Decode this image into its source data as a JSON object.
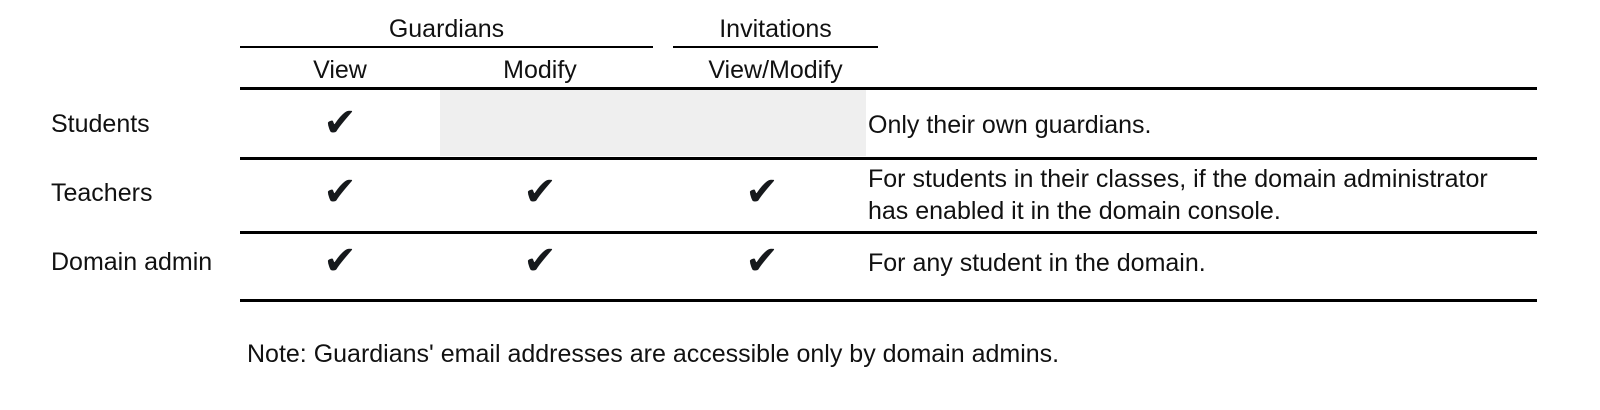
{
  "table": {
    "column_groups": [
      {
        "label": "Guardians",
        "span": 2
      },
      {
        "label": "Invitations",
        "span": 1
      }
    ],
    "columns": [
      {
        "label": "",
        "group": ""
      },
      {
        "label": "View",
        "group": "Guardians"
      },
      {
        "label": "Modify",
        "group": "Guardians"
      },
      {
        "label": "View/Modify",
        "group": "Invitations"
      },
      {
        "label": "",
        "group": ""
      }
    ],
    "check_glyph": "✔",
    "rows": [
      {
        "label": "Students",
        "guardians_view": true,
        "guardians_modify": false,
        "invitations_view_modify": false,
        "shaded": true,
        "note_line1": "Only their own guardians.",
        "note_line2": ""
      },
      {
        "label": "Teachers",
        "guardians_view": true,
        "guardians_modify": true,
        "invitations_view_modify": true,
        "shaded": false,
        "note_line1": "For students in their classes, if the domain administrator",
        "note_line2": "has enabled it in the domain console."
      },
      {
        "label": "Domain admin",
        "guardians_view": true,
        "guardians_modify": true,
        "invitations_view_modify": true,
        "shaded": false,
        "note_line1": "For any student in the domain.",
        "note_line2": ""
      }
    ]
  },
  "footnote": "Note: Guardians' email addresses are accessible only by domain admins.",
  "colors": {
    "rule": "#000000",
    "text": "#111111",
    "shaded_cell": "#efefef",
    "background": "#ffffff"
  }
}
